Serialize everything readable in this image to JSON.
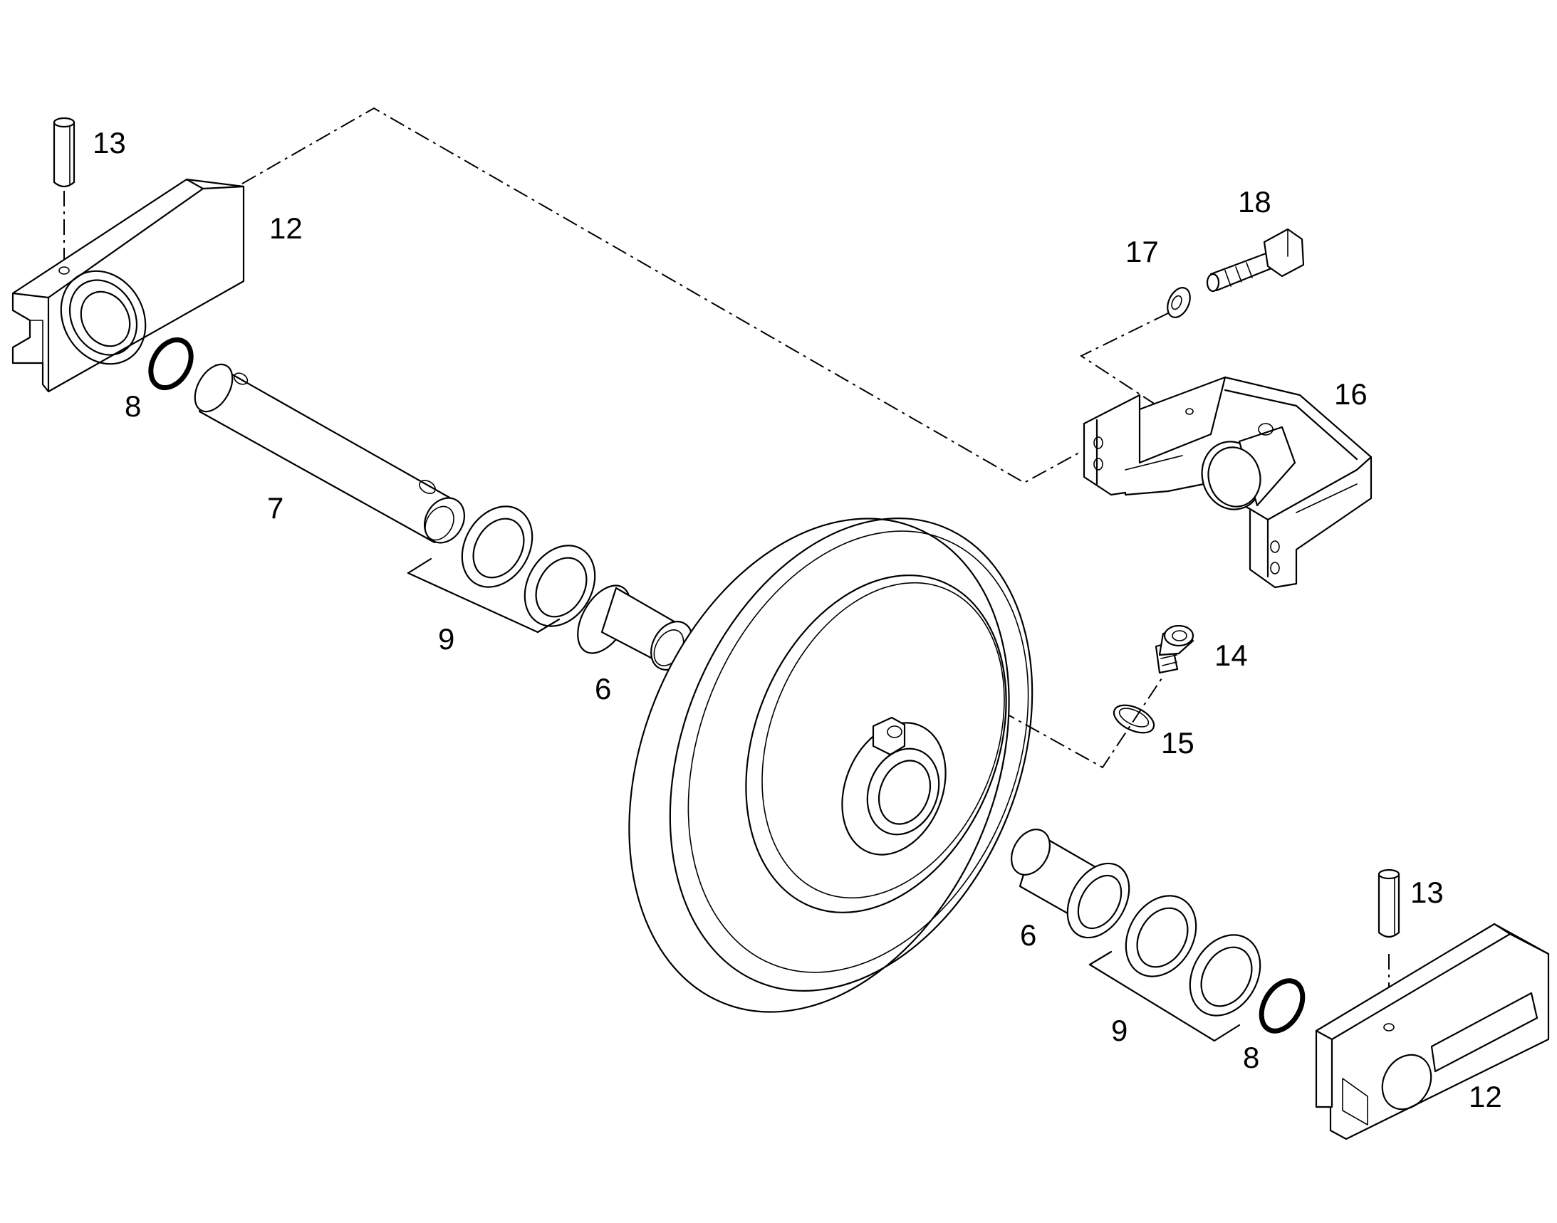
{
  "diagram": {
    "callouts": {
      "pin_top": "13",
      "pin_bottom": "13",
      "block_top": "12",
      "block_bottom": "12",
      "oring_top": "8",
      "oring_bottom": "8",
      "shaft": "7",
      "seals_left": "9",
      "seals_right": "9",
      "bushing_left": "6",
      "bushing_right": "6",
      "plug": "14",
      "plug_ring": "15",
      "bracket": "16",
      "washer": "17",
      "bolt": "18"
    }
  }
}
